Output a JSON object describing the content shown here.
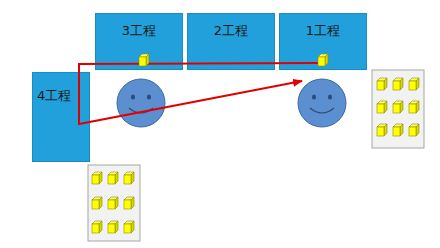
{
  "diagram": {
    "nodes": [
      {
        "text": [
          "3工程"
        ]
      },
      {
        "text": [
          "2工程"
        ]
      },
      {
        "text": [
          "1工程"
        ]
      },
      {
        "text": [
          "4工程"
        ]
      }
    ]
  }
}
